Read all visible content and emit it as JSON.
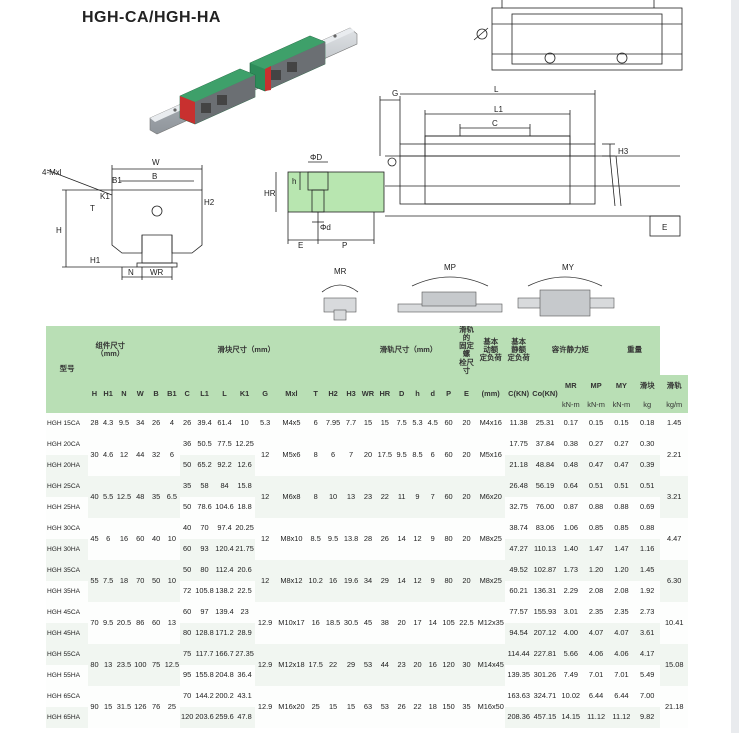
{
  "title": "HGH-CA/HGH-HA",
  "diagram": {
    "top_left_label": "4-Mxl",
    "front_labels": {
      "w": "W",
      "b1": "B1",
      "b": "B",
      "k1": "K1",
      "t": "T",
      "h2": "H2",
      "h": "H",
      "h1": "H1",
      "n": "N",
      "wr": "WR"
    },
    "section_labels": {
      "d_big": "ΦD",
      "hr": "HR",
      "h_small": "h",
      "d_small": "Φd",
      "e": "E",
      "p": "P"
    },
    "side_labels": {
      "g": "G",
      "l": "L",
      "l1": "L1",
      "c": "C",
      "h3": "H3",
      "e": "E"
    },
    "moment_labels": {
      "mr": "MR",
      "mp": "MP",
      "my": "MY"
    }
  },
  "table": {
    "header": {
      "model": "型号",
      "assembly": "组件尺寸\n（mm）",
      "block": "滑块尺寸（mm）",
      "rail": "滑轨尺寸（mm）",
      "bolt": "滑轨的\n固定螺\n栓尺寸",
      "dyn": "基本\n动额\n定负荷",
      "stat": "基本\n静额\n定负荷",
      "moment": "容许静力矩",
      "weight": "重量",
      "cols": [
        "H",
        "H1",
        "N",
        "W",
        "B",
        "B1",
        "C",
        "L1",
        "L",
        "K1",
        "G",
        "Mxl",
        "T",
        "H2",
        "H3",
        "WR",
        "HR",
        "D",
        "h",
        "d",
        "P",
        "E",
        "(mm)",
        "C(KN)",
        "Co(KN)",
        "MR",
        "MP",
        "MY",
        "滑块",
        "滑轨"
      ],
      "units": {
        "moment": "kN-m",
        "block_weight": "kg",
        "rail_weight": "kg/m"
      }
    },
    "rows": [
      {
        "model": "HGH 15CA",
        "H": "28",
        "H1": "4.3",
        "N": "9.5",
        "W": "34",
        "B": "26",
        "B1": "4",
        "C": "26",
        "L1": "39.4",
        "L": "61.4",
        "K1": "10",
        "G": "5.3",
        "M": "M4x5",
        "T": "6",
        "H2": "7.95",
        "H3": "7.7",
        "WR": "15",
        "HR": "15",
        "D": "7.5",
        "h": "5.3",
        "d": "4.5",
        "P": "60",
        "E": "20",
        "bolt": "M4x16",
        "C_dyn": "11.38",
        "C_stat": "25.31",
        "MR": "0.17",
        "MP": "0.15",
        "MY": "0.15",
        "wb": "0.18",
        "wr": "1.45"
      },
      {
        "model": "HGH 20CA",
        "C": "36",
        "L1": "50.5",
        "L": "77.5",
        "K1": "12.25",
        "C_dyn": "17.75",
        "C_stat": "37.84",
        "MR": "0.38",
        "MP": "0.27",
        "MY": "0.27",
        "wb": "0.30"
      },
      {
        "model": "HGH 20HA",
        "H": "30",
        "H1": "4.6",
        "N": "12",
        "W": "44",
        "B": "32",
        "B1": "6",
        "C": "50",
        "L1": "65.2",
        "L": "92.2",
        "K1": "12.6",
        "G": "12",
        "M": "M5x6",
        "T": "8",
        "H2": "6",
        "H3": "7",
        "WR": "20",
        "HR": "17.5",
        "D": "9.5",
        "h": "8.5",
        "d": "6",
        "P": "60",
        "E": "20",
        "bolt": "M5x16",
        "C_dyn": "21.18",
        "C_stat": "48.84",
        "MR": "0.48",
        "MP": "0.47",
        "MY": "0.47",
        "wb": "0.39",
        "wr": "2.21"
      },
      {
        "model": "HGH 25CA",
        "C": "35",
        "L1": "58",
        "L": "84",
        "K1": "15.8",
        "C_dyn": "26.48",
        "C_stat": "56.19",
        "MR": "0.64",
        "MP": "0.51",
        "MY": "0.51",
        "wb": "0.51"
      },
      {
        "model": "HGH 25HA",
        "H": "40",
        "H1": "5.5",
        "N": "12.5",
        "W": "48",
        "B": "35",
        "B1": "6.5",
        "C": "50",
        "L1": "78.6",
        "L": "104.6",
        "K1": "18.8",
        "G": "12",
        "M": "M6x8",
        "T": "8",
        "H2": "10",
        "H3": "13",
        "WR": "23",
        "HR": "22",
        "D": "11",
        "h": "9",
        "d": "7",
        "P": "60",
        "E": "20",
        "bolt": "M6x20",
        "C_dyn": "32.75",
        "C_stat": "76.00",
        "MR": "0.87",
        "MP": "0.88",
        "MY": "0.88",
        "wb": "0.69",
        "wr": "3.21"
      },
      {
        "model": "HGH 30CA",
        "C": "40",
        "L1": "70",
        "L": "97.4",
        "K1": "20.25",
        "C_dyn": "38.74",
        "C_stat": "83.06",
        "MR": "1.06",
        "MP": "0.85",
        "MY": "0.85",
        "wb": "0.88"
      },
      {
        "model": "HGH 30HA",
        "H": "45",
        "H1": "6",
        "N": "16",
        "W": "60",
        "B": "40",
        "B1": "10",
        "C": "60",
        "L1": "93",
        "L": "120.4",
        "K1": "21.75",
        "G": "12",
        "M": "M8x10",
        "T": "8.5",
        "H2": "9.5",
        "H3": "13.8",
        "WR": "28",
        "HR": "26",
        "D": "14",
        "h": "12",
        "d": "9",
        "P": "80",
        "E": "20",
        "bolt": "M8x25",
        "C_dyn": "47.27",
        "C_stat": "110.13",
        "MR": "1.40",
        "MP": "1.47",
        "MY": "1.47",
        "wb": "1.16",
        "wr": "4.47"
      },
      {
        "model": "HGH 35CA",
        "C": "50",
        "L1": "80",
        "L": "112.4",
        "K1": "20.6",
        "C_dyn": "49.52",
        "C_stat": "102.87",
        "MR": "1.73",
        "MP": "1.20",
        "MY": "1.20",
        "wb": "1.45"
      },
      {
        "model": "HGH 35HA",
        "H": "55",
        "H1": "7.5",
        "N": "18",
        "W": "70",
        "B": "50",
        "B1": "10",
        "C": "72",
        "L1": "105.8",
        "L": "138.2",
        "K1": "22.5",
        "G": "12",
        "M": "M8x12",
        "T": "10.2",
        "H2": "16",
        "H3": "19.6",
        "WR": "34",
        "HR": "29",
        "D": "14",
        "h": "12",
        "d": "9",
        "P": "80",
        "E": "20",
        "bolt": "M8x25",
        "C_dyn": "60.21",
        "C_stat": "136.31",
        "MR": "2.29",
        "MP": "2.08",
        "MY": "2.08",
        "wb": "1.92",
        "wr": "6.30"
      },
      {
        "model": "HGH 45CA",
        "C": "60",
        "L1": "97",
        "L": "139.4",
        "K1": "23",
        "C_dyn": "77.57",
        "C_stat": "155.93",
        "MR": "3.01",
        "MP": "2.35",
        "MY": "2.35",
        "wb": "2.73"
      },
      {
        "model": "HGH 45HA",
        "H": "70",
        "H1": "9.5",
        "N": "20.5",
        "W": "86",
        "B": "60",
        "B1": "13",
        "C": "80",
        "L1": "128.8",
        "L": "171.2",
        "K1": "28.9",
        "G": "12.9",
        "M": "M10x17",
        "T": "16",
        "H2": "18.5",
        "H3": "30.5",
        "WR": "45",
        "HR": "38",
        "D": "20",
        "h": "17",
        "d": "14",
        "P": "105",
        "E": "22.5",
        "bolt": "M12x35",
        "C_dyn": "94.54",
        "C_stat": "207.12",
        "MR": "4.00",
        "MP": "4.07",
        "MY": "4.07",
        "wb": "3.61",
        "wr": "10.41"
      },
      {
        "model": "HGH 55CA",
        "C": "75",
        "L1": "117.7",
        "L": "166.7",
        "K1": "27.35",
        "C_dyn": "114.44",
        "C_stat": "227.81",
        "MR": "5.66",
        "MP": "4.06",
        "MY": "4.06",
        "wb": "4.17"
      },
      {
        "model": "HGH 55HA",
        "H": "80",
        "H1": "13",
        "N": "23.5",
        "W": "100",
        "B": "75",
        "B1": "12.5",
        "C": "95",
        "L1": "155.8",
        "L": "204.8",
        "K1": "36.4",
        "G": "12.9",
        "M": "M12x18",
        "T": "17.5",
        "H2": "22",
        "H3": "29",
        "WR": "53",
        "HR": "44",
        "D": "23",
        "h": "20",
        "d": "16",
        "P": "120",
        "E": "30",
        "bolt": "M14x45",
        "C_dyn": "139.35",
        "C_stat": "301.26",
        "MR": "7.49",
        "MP": "7.01",
        "MY": "7.01",
        "wb": "5.49",
        "wr": "15.08"
      },
      {
        "model": "HGH 65CA",
        "C": "70",
        "L1": "144.2",
        "L": "200.2",
        "K1": "43.1",
        "C_dyn": "163.63",
        "C_stat": "324.71",
        "MR": "10.02",
        "MP": "6.44",
        "MY": "6.44",
        "wb": "7.00"
      },
      {
        "model": "HGH 65HA",
        "H": "90",
        "H1": "15",
        "N": "31.5",
        "W": "126",
        "B": "76",
        "B1": "25",
        "C": "120",
        "L1": "203.6",
        "L": "259.6",
        "K1": "47.8",
        "G": "12.9",
        "M": "M16x20",
        "T": "25",
        "H2": "15",
        "H3": "15",
        "WR": "63",
        "HR": "53",
        "D": "26",
        "h": "22",
        "d": "18",
        "P": "150",
        "E": "35",
        "bolt": "M16x50",
        "C_dyn": "208.36",
        "C_stat": "457.15",
        "MR": "14.15",
        "MP": "11.12",
        "MY": "11.12",
        "wb": "9.82",
        "wr": "21.18"
      }
    ]
  },
  "colors": {
    "header_green": "#b9dfb5",
    "block_green": "#2d8c5a",
    "rail_gray": "#b8bcc0",
    "end_red": "#c8302f",
    "section_green": "#b8e6b0"
  }
}
